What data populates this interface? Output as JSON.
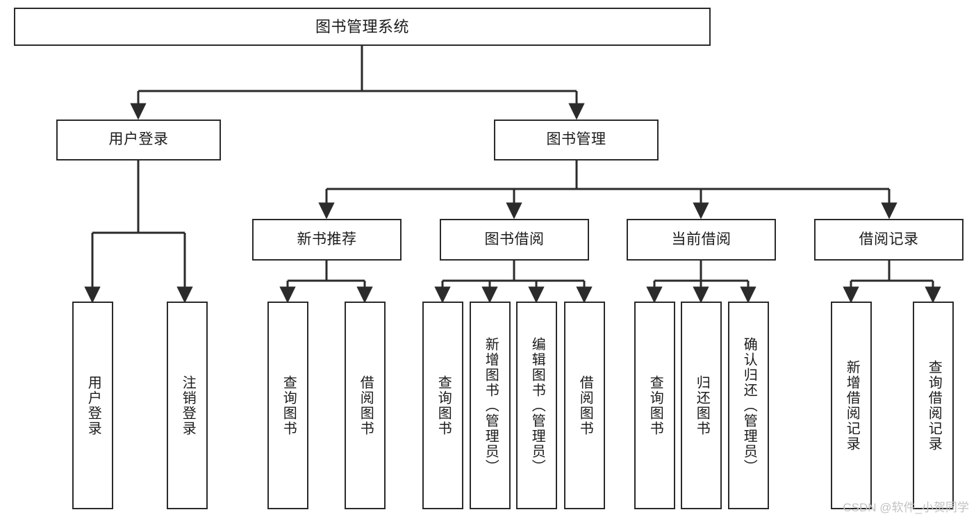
{
  "diagram": {
    "type": "tree",
    "title": "图书管理系统",
    "root": {
      "id": "root",
      "label": "图书管理系统"
    },
    "level2": [
      {
        "id": "user-login",
        "label": "用户登录"
      },
      {
        "id": "book-manage",
        "label": "图书管理"
      }
    ],
    "level3": [
      {
        "id": "new-book-rec",
        "label": "新书推荐"
      },
      {
        "id": "book-borrow",
        "label": "图书借阅"
      },
      {
        "id": "current-borrow",
        "label": "当前借阅"
      },
      {
        "id": "borrow-record",
        "label": "借阅记录"
      }
    ],
    "leaves": {
      "user-login": [
        {
          "id": "leaf-user-login",
          "label": "用户登录"
        },
        {
          "id": "leaf-logout",
          "label": "注销登录"
        }
      ],
      "new-book-rec": [
        {
          "id": "leaf-query-book-1",
          "label": "查询图书"
        },
        {
          "id": "leaf-borrow-book-1",
          "label": "借阅图书"
        }
      ],
      "book-borrow": [
        {
          "id": "leaf-query-book-2",
          "label": "查询图书"
        },
        {
          "id": "leaf-add-book",
          "label": "新增图书（管理员）"
        },
        {
          "id": "leaf-edit-book",
          "label": "编辑图书（管理员）"
        },
        {
          "id": "leaf-borrow-book-2",
          "label": "借阅图书"
        }
      ],
      "current-borrow": [
        {
          "id": "leaf-query-book-3",
          "label": "查询图书"
        },
        {
          "id": "leaf-return-book",
          "label": "归还图书"
        },
        {
          "id": "leaf-confirm-return",
          "label": "确认归还（管理员）"
        }
      ],
      "borrow-record": [
        {
          "id": "leaf-add-record",
          "label": "新增借阅记录"
        },
        {
          "id": "leaf-query-record",
          "label": "查询借阅记录"
        }
      ]
    },
    "colors": {
      "stroke": "#2b2b2b",
      "fill": "#ffffff",
      "text": "#1b1b1b",
      "watermark": "#c2c2c2"
    }
  },
  "watermark": {
    "text": "CSDN @软件_小贺同学"
  }
}
